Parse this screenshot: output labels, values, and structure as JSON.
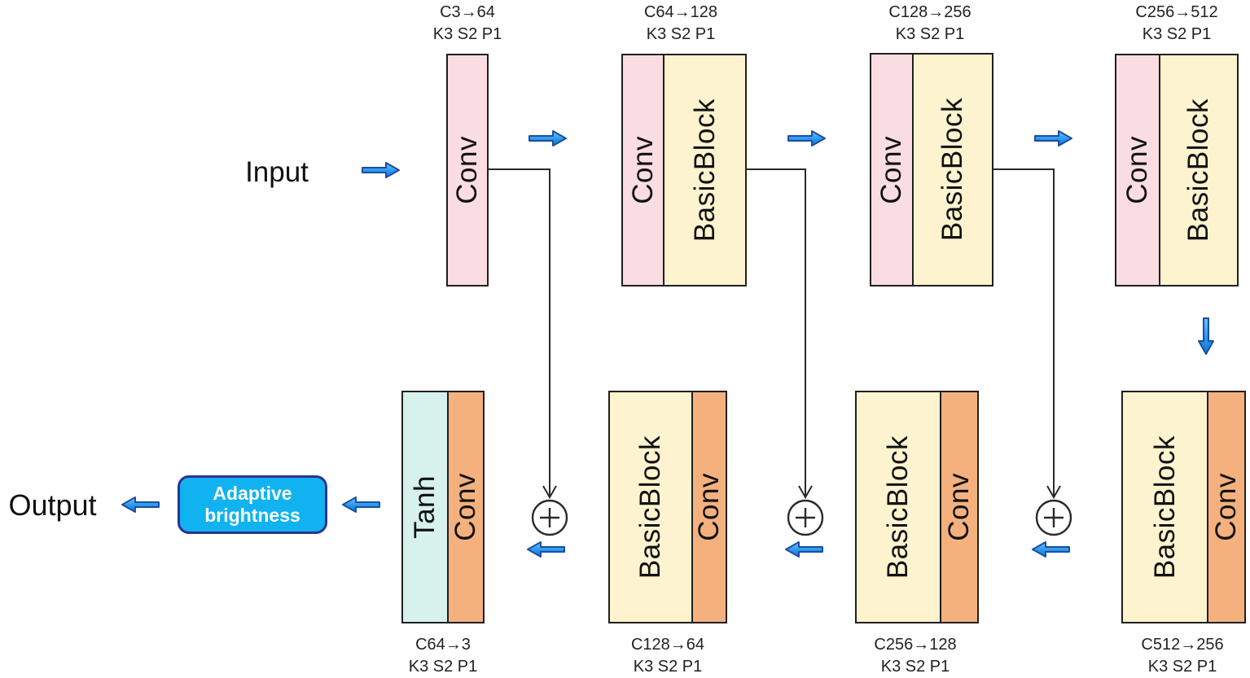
{
  "io": {
    "input_label": "Input",
    "output_label": "Output"
  },
  "adaptive_brightness": {
    "line1": "Adaptive",
    "line2": "brightness"
  },
  "encoder_blocks": [
    {
      "spec_line1": "C3→64",
      "spec_line2": "K3 S2 P1",
      "layers": [
        {
          "name": "Conv"
        }
      ]
    },
    {
      "spec_line1": "C64→128",
      "spec_line2": "K3 S2 P1",
      "layers": [
        {
          "name": "Conv"
        },
        {
          "name": "BasicBlock"
        }
      ]
    },
    {
      "spec_line1": "C128→256",
      "spec_line2": "K3 S2 P1",
      "layers": [
        {
          "name": "Conv"
        },
        {
          "name": "BasicBlock"
        }
      ]
    },
    {
      "spec_line1": "C256→512",
      "spec_line2": "K3 S2 P1",
      "layers": [
        {
          "name": "Conv"
        },
        {
          "name": "BasicBlock"
        }
      ]
    }
  ],
  "decoder_blocks": [
    {
      "spec_line1": "C64→3",
      "spec_line2": "K3 S2 P1",
      "layers": [
        {
          "name": "Tanh"
        },
        {
          "name": "Conv"
        }
      ]
    },
    {
      "spec_line1": "C128→64",
      "spec_line2": "K3 S2 P1",
      "layers": [
        {
          "name": "BasicBlock"
        },
        {
          "name": "Conv"
        }
      ]
    },
    {
      "spec_line1": "C256→128",
      "spec_line2": "K3 S2 P1",
      "layers": [
        {
          "name": "BasicBlock"
        },
        {
          "name": "Conv"
        }
      ]
    },
    {
      "spec_line1": "C512→256",
      "spec_line2": "K3 S2 P1",
      "layers": [
        {
          "name": "BasicBlock"
        },
        {
          "name": "Conv"
        }
      ]
    }
  ],
  "icons": {
    "sum_node": "⊕"
  },
  "colors": {
    "conv_encoder_fill": "#f9dde3",
    "basicblock_fill": "#fdf3cf",
    "conv_decoder_fill": "#f5b17d",
    "tanh_fill": "#d7f2ec",
    "adaptive_fill": "#10b3f0",
    "adaptive_border": "#2e3192",
    "arrow_outline": "#1c4da0",
    "line_black": "#2a2a2a"
  }
}
